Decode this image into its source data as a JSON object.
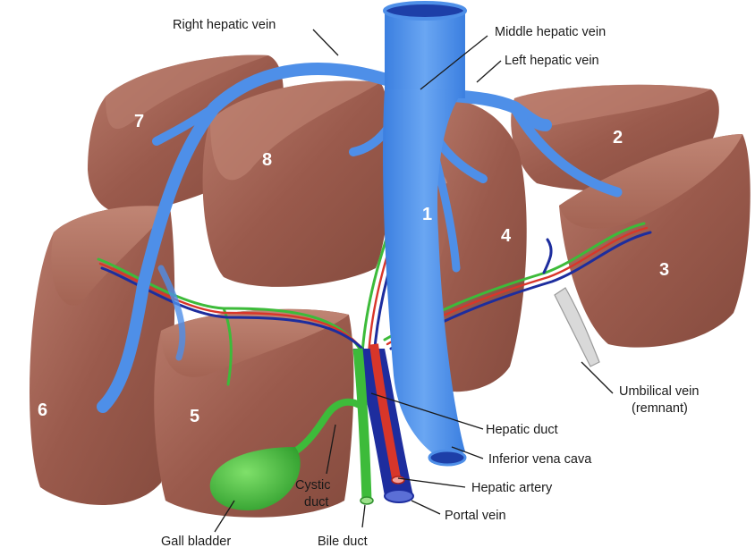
{
  "labels": {
    "right_hepatic_vein": "Right hepatic vein",
    "middle_hepatic_vein": "Middle hepatic vein",
    "left_hepatic_vein": "Left hepatic vein",
    "umbilical_vein_line1": "Umbilical vein",
    "umbilical_vein_line2": "(remnant)",
    "hepatic_duct": "Hepatic duct",
    "inferior_vena_cava": "Inferior vena cava",
    "hepatic_artery": "Hepatic artery",
    "portal_vein": "Portal vein",
    "bile_duct": "Bile duct",
    "cystic_duct_line1": "Cystic",
    "cystic_duct_line2": "duct",
    "gall_bladder": "Gall bladder"
  },
  "segments": [
    "1",
    "2",
    "3",
    "4",
    "5",
    "6",
    "7",
    "8"
  ],
  "colors": {
    "liver": "#9a5a4c",
    "liver_light": "#b47565",
    "liver_dark": "#7d4538",
    "hepatic_vein": "#4e8fe8",
    "portal_vein": "#1d2d9e",
    "artery": "#d8362a",
    "bile": "#3dbb3a",
    "gall_bladder": "#4cc13e"
  }
}
